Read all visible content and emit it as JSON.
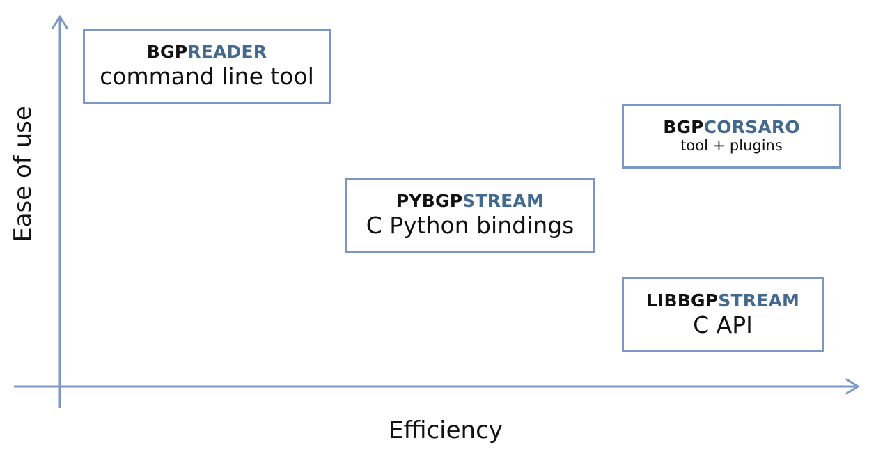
{
  "axes": {
    "x_label": "Efficiency",
    "y_label": "Ease of use",
    "color": "#7d97c4"
  },
  "colors": {
    "box_border": "#7d97c4",
    "accent_text": "#44698f",
    "dark_text": "#111111"
  },
  "boxes": [
    {
      "prefix": "BGP",
      "accent": "READER",
      "subtitle": "command line tool"
    },
    {
      "prefix": "BGP",
      "accent": "CORSARO",
      "subtitle": "tool + plugins"
    },
    {
      "prefix": "PYBGP",
      "accent": "STREAM",
      "subtitle": "C Python bindings"
    },
    {
      "prefix": "LIBBGP",
      "accent": "STREAM",
      "subtitle": "C API"
    }
  ]
}
